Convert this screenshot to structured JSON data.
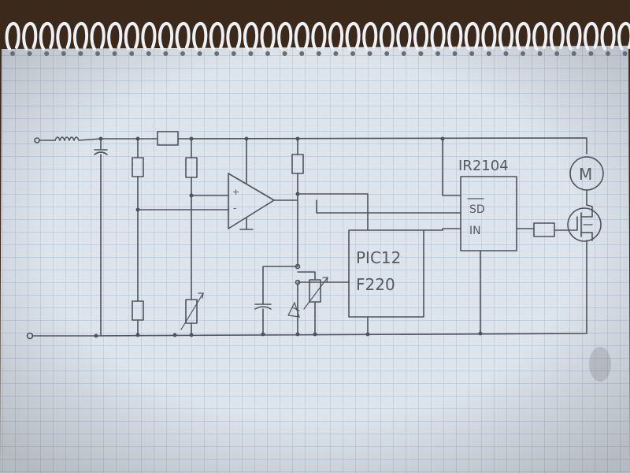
{
  "notebook": {
    "background_color": "#3b2a1c",
    "paper_color": "#dde4ec",
    "grid_color": "#a9bdd2",
    "ink_color": "#4e535c",
    "spiral_color": "#eef1f5"
  },
  "diagram": {
    "type": "hand-drawn electronic schematic",
    "labels": {
      "mcu_line1": "PIC12",
      "mcu_line2": "F220",
      "driver_chip": "IR2104",
      "driver_pin_sd": "SD",
      "driver_pin_in": "IN",
      "motor": "M",
      "opamp_plus": "+",
      "opamp_minus": "-"
    }
  }
}
